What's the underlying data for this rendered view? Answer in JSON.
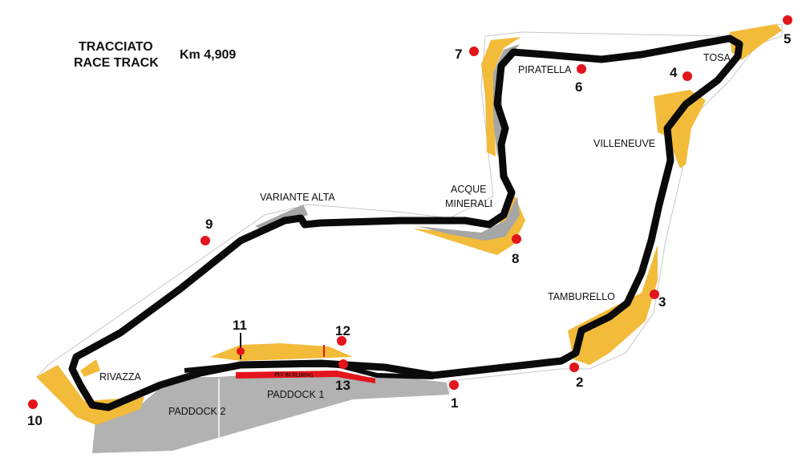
{
  "header": {
    "title_line1": "TRACCIATO",
    "title_line2": "RACE TRACK",
    "length": "Km 4,909"
  },
  "colors": {
    "track": "#0a0a0a",
    "runoff_gravel": "#f2bb3a",
    "runoff_paved": "#a6a6a6",
    "marker": "#e3141b",
    "pit_building": "#e3141b",
    "paddock": "#b2b2b2",
    "border": "#c8c8c8"
  },
  "corners": {
    "tosa": "TOSA",
    "piratella": "PIRATELLA",
    "villeneuve": "VILLENEUVE",
    "acque_line1": "ACQUE",
    "acque_line2": "MINERALI",
    "variante_alta": "VARIANTE ALTA",
    "tamburello": "TAMBURELLO",
    "rivazza": "RIVAZZA"
  },
  "areas": {
    "paddock1": "PADDOCK 1",
    "paddock2": "PADDOCK 2",
    "pit_building": "PIT BUILDING"
  },
  "markers": [
    "1",
    "2",
    "3",
    "4",
    "5",
    "6",
    "7",
    "8",
    "9",
    "10",
    "11",
    "12",
    "13"
  ]
}
